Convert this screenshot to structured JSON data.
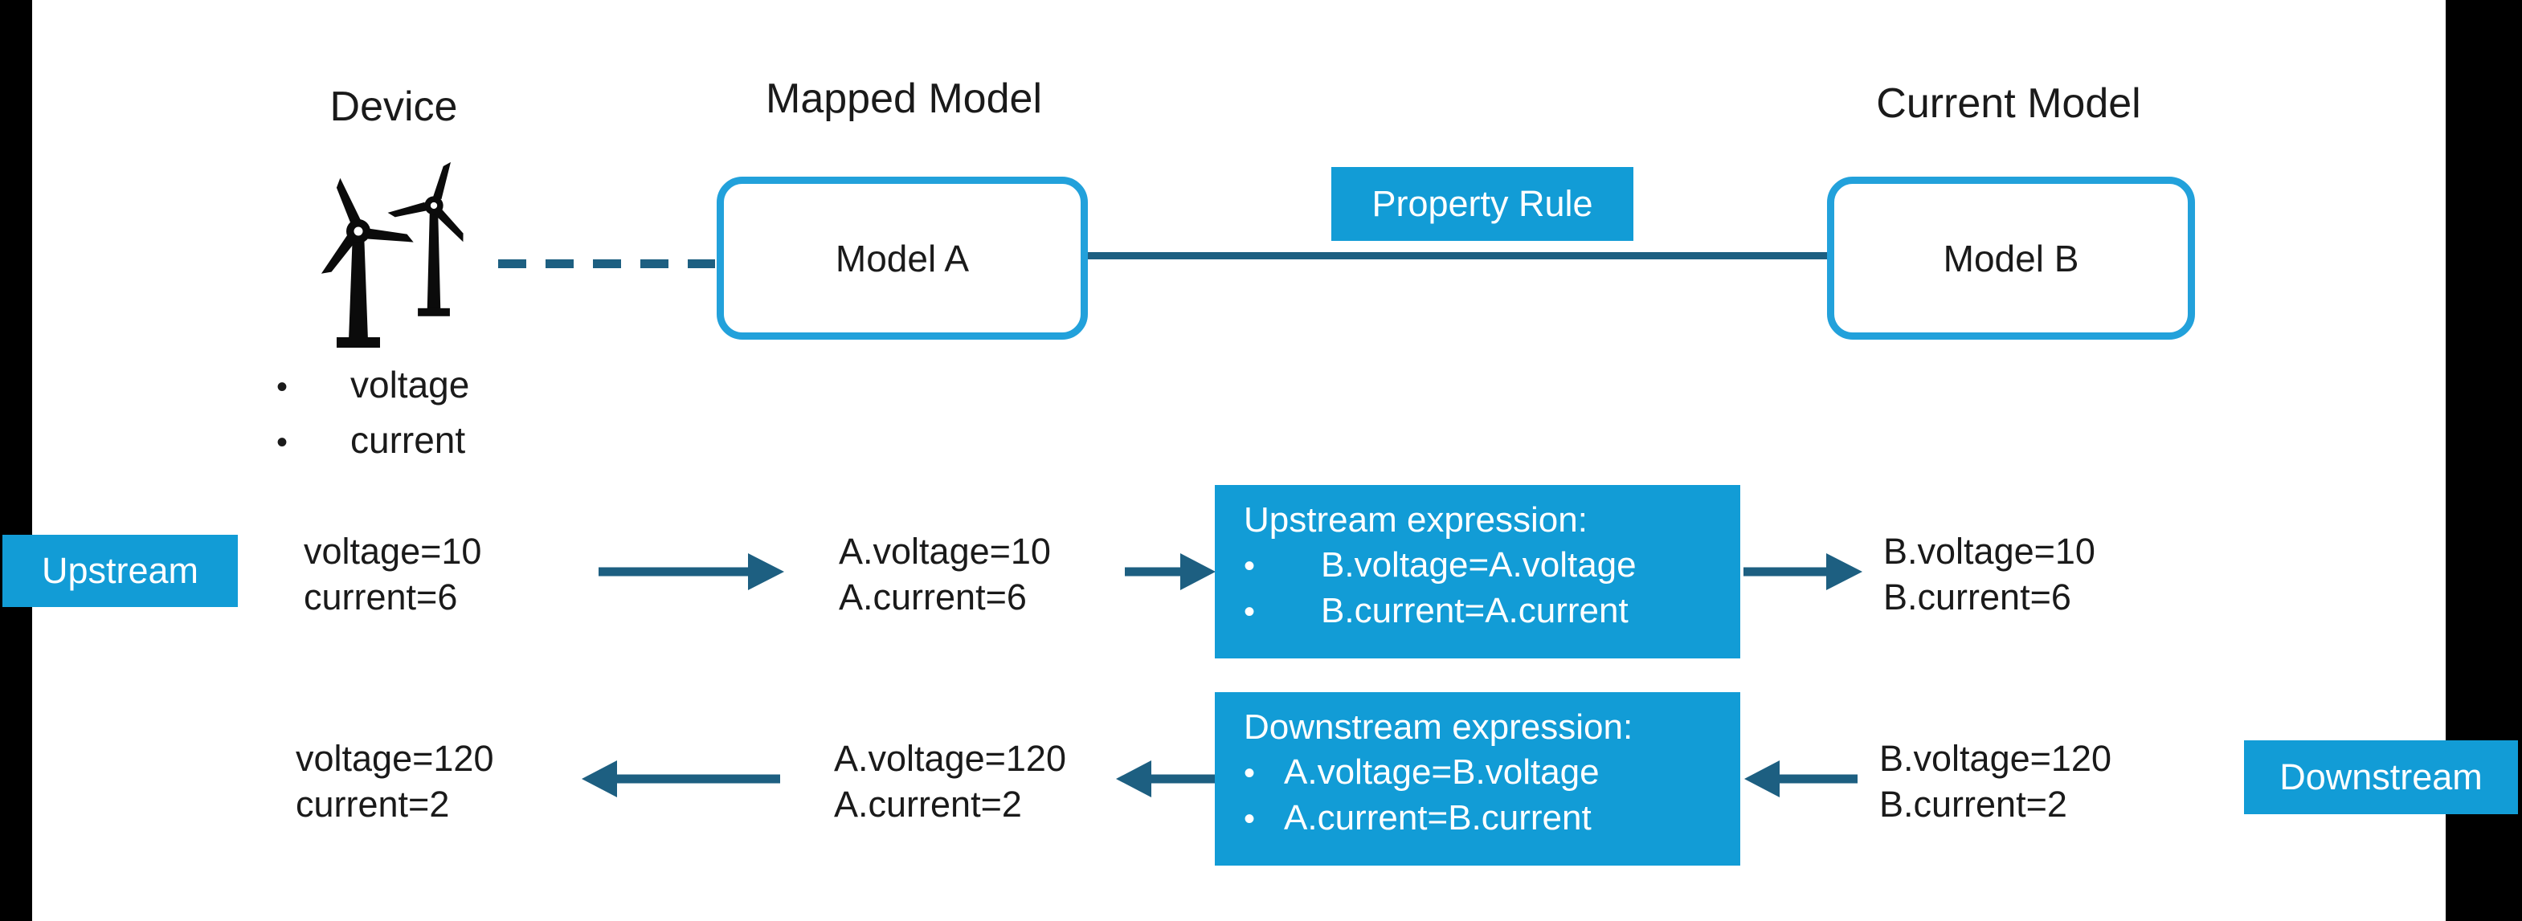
{
  "slide": {
    "device": {
      "title": "Device",
      "icon": "wind-turbine-icon",
      "properties": [
        "voltage",
        "current"
      ]
    },
    "mapped_model": {
      "title": "Mapped Model",
      "box_label": "Model A"
    },
    "current_model": {
      "title": "Current Model",
      "box_label": "Model B"
    },
    "property_rule": {
      "label": "Property Rule"
    },
    "upstream": {
      "badge": "Upstream",
      "device_values": [
        "voltage=10",
        "current=6"
      ],
      "mapped_values": [
        "A.voltage=10",
        "A.current=6"
      ],
      "expression": {
        "title": "Upstream expression:",
        "bullet": "•",
        "items": [
          "B.voltage=A.voltage",
          "B.current=A.current"
        ]
      },
      "current_values": [
        "B.voltage=10",
        "B.current=6"
      ]
    },
    "downstream": {
      "badge": "Downstream",
      "device_values": [
        "voltage=120",
        "current=2"
      ],
      "mapped_values": [
        "A.voltage=120",
        "A.current=2"
      ],
      "expression": {
        "title": "Downstream expression:",
        "bullet": "•",
        "items": [
          "A.voltage=B.voltage",
          "A.current=B.current"
        ]
      },
      "current_values": [
        "B.voltage=120",
        "B.current=2"
      ]
    },
    "bullet_char": "•",
    "colors": {
      "accent_blue_fill": "#129CD6",
      "model_border_cyan": "#22A1DB",
      "arrow_line_teal": "#1D5F81",
      "text": "#1A1A1A",
      "edge_bars": "#000000"
    }
  }
}
